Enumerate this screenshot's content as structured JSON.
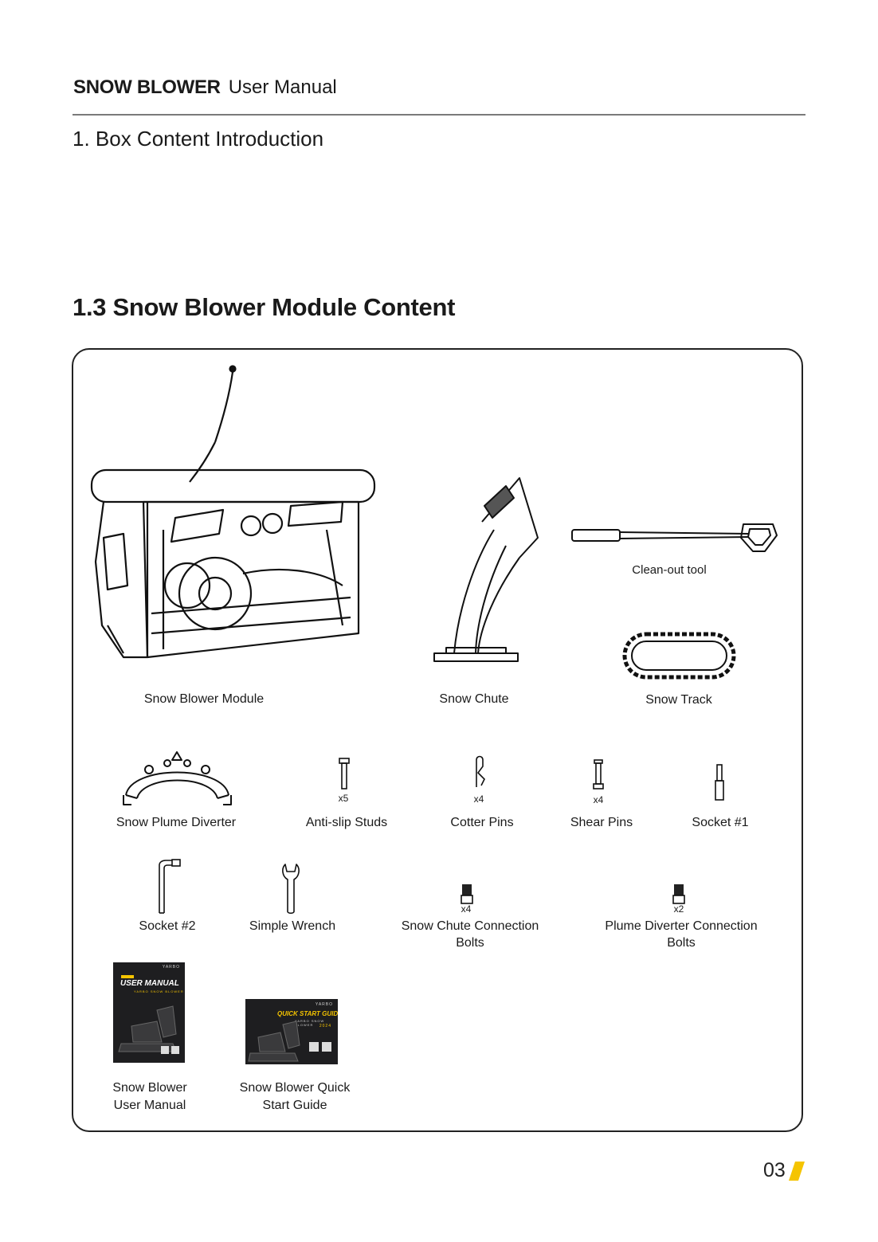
{
  "header": {
    "brand": "SNOW BLOWER",
    "title": "User Manual"
  },
  "section_title": "1. Box Content Introduction",
  "subsection_title": "1.3 Snow Blower Module Content",
  "items": {
    "module": {
      "label": "Snow Blower Module"
    },
    "chute": {
      "label": "Snow Chute"
    },
    "cleanout": {
      "label": "Clean-out tool"
    },
    "track": {
      "label": "Snow Track"
    },
    "diverter": {
      "label": "Snow Plume Diverter"
    },
    "studs": {
      "label": "Anti-slip Studs",
      "qty": "x5"
    },
    "cotter": {
      "label": "Cotter Pins",
      "qty": "x4"
    },
    "shear": {
      "label": "Shear Pins",
      "qty": "x4"
    },
    "socket1": {
      "label": "Socket #1"
    },
    "socket2": {
      "label": "Socket #2"
    },
    "wrench": {
      "label": "Simple Wrench"
    },
    "chute_bolts": {
      "label_line1": "Snow Chute Connection",
      "label_line2": "Bolts",
      "qty": "x4"
    },
    "diverter_bolts": {
      "label_line1": "Plume Diverter Connection",
      "label_line2": "Bolts",
      "qty": "x2"
    },
    "manual": {
      "label_line1": "Snow Blower",
      "label_line2": "User Manual",
      "cover_brand": "YARBO",
      "cover_title": "USER MANUAL",
      "cover_sub": "YARBO SNOW BLOWER"
    },
    "guide": {
      "label_line1": "Snow Blower Quick",
      "label_line2": "Start Guide",
      "cover_brand": "YARBO",
      "cover_title": "QUICK START GUIDE",
      "cover_sub": "YARBO SNOW BLOWER",
      "cover_year": "2024"
    }
  },
  "page_number": "03",
  "accent_color": "#f5c400"
}
